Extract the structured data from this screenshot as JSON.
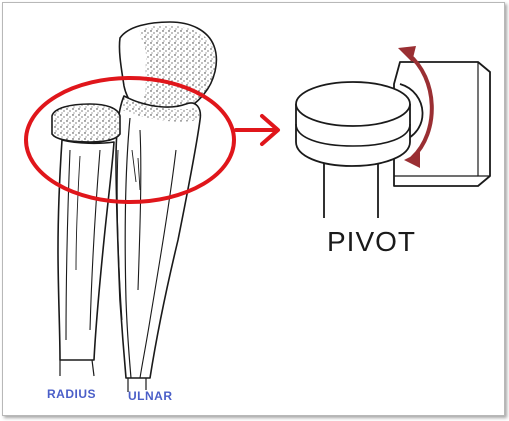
{
  "labels": {
    "radius": "RADIUS",
    "ulnar": "ULNAR",
    "pivot": "PIVOT"
  },
  "colors": {
    "highlight_ring": "#e0161b",
    "connector_arrow": "#e0161b",
    "rotation_arrow": "#9a2f33",
    "bone_label": "#4a5ec8",
    "ink": "#1a1a1a",
    "background": "#ffffff"
  },
  "icons": {
    "connector": "right-arrow-icon",
    "rotation": "rotation-arrow-icon"
  }
}
